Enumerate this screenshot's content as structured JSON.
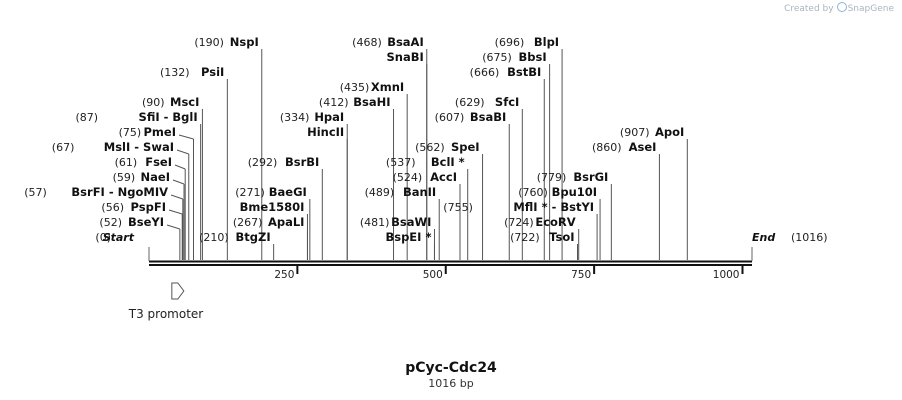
{
  "credit": {
    "prefix": "Created by",
    "brand": "SnapGene"
  },
  "map": {
    "name": "pCyc-Cdc24",
    "length_label": "1016 bp",
    "length": 1016,
    "start_label": "Start",
    "start_pos": "(0)",
    "end_label": "End",
    "end_pos": "(1016)",
    "ticks": [
      {
        "pos": 250,
        "label": "250"
      },
      {
        "pos": 500,
        "label": "500"
      },
      {
        "pos": 750,
        "label": "750"
      },
      {
        "pos": 1000,
        "label": "1000"
      }
    ],
    "feature": {
      "label": "T3 promoter",
      "start": 25,
      "end": 45
    }
  },
  "sites": [
    {
      "pos": "(52)",
      "name": "BseYI",
      "site": 52,
      "row": 1
    },
    {
      "pos": "(56)",
      "name": "PspFI",
      "site": 56,
      "row": 2
    },
    {
      "pos": "(57)",
      "name": "BsrFI  -  NgoMIV",
      "site": 57,
      "row": 3
    },
    {
      "pos": "(59)",
      "name": "NaeI",
      "site": 59,
      "row": 4
    },
    {
      "pos": "(61)",
      "name": "FseI",
      "site": 61,
      "row": 5
    },
    {
      "pos": "(67)",
      "name": "MslI  -  SwaI",
      "site": 67,
      "row": 6
    },
    {
      "pos": "(75)",
      "name": "PmeI",
      "site": 75,
      "row": 7
    },
    {
      "pos": "(87)",
      "name": "SfiI  -  BglI",
      "site": 87,
      "row": 8
    },
    {
      "pos": "(90)",
      "name": "MscI",
      "site": 90,
      "row": 9
    },
    {
      "pos": "(132)",
      "name": "PsiI",
      "site": 132,
      "row": 11
    },
    {
      "pos": "(190)",
      "name": "NspI",
      "site": 190,
      "row": 13
    },
    {
      "pos": "(210)",
      "name": "BtgZI",
      "site": 210,
      "row": 0
    },
    {
      "pos": "(267)",
      "name": "ApaLI",
      "site": 267,
      "row": 1
    },
    {
      "pos": "",
      "name": "Bme1580I",
      "site": 267,
      "row": 2
    },
    {
      "pos": "(271)",
      "name": "BaeGI",
      "site": 271,
      "row": 3
    },
    {
      "pos": "(292)",
      "name": "BsrBI",
      "site": 292,
      "row": 5
    },
    {
      "pos": "",
      "name": "HincII",
      "site": 334,
      "row": 7
    },
    {
      "pos": "(334)",
      "name": "HpaI",
      "site": 334,
      "row": 8
    },
    {
      "pos": "(412)",
      "name": "BsaHI",
      "site": 412,
      "row": 9
    },
    {
      "pos": "(435)",
      "name": "XmnI",
      "site": 435,
      "row": 10
    },
    {
      "pos": "",
      "name": "SnaBI",
      "site": 468,
      "row": 12
    },
    {
      "pos": "(468)",
      "name": "BsaAI",
      "site": 468,
      "row": 13
    },
    {
      "pos": "",
      "name": "BspEI *",
      "site": 481,
      "row": 0
    },
    {
      "pos": "(481)",
      "name": "BsaWI",
      "site": 481,
      "row": 1
    },
    {
      "pos": "(489)",
      "name": "BanII",
      "site": 489,
      "row": 3
    },
    {
      "pos": "(524)",
      "name": "AccI",
      "site": 524,
      "row": 4
    },
    {
      "pos": "(537)",
      "name": "BclI *",
      "site": 537,
      "row": 5
    },
    {
      "pos": "(562)",
      "name": "SpeI",
      "site": 562,
      "row": 6
    },
    {
      "pos": "(607)",
      "name": "BsaBI",
      "site": 607,
      "row": 8
    },
    {
      "pos": "(629)",
      "name": "SfcI",
      "site": 629,
      "row": 9
    },
    {
      "pos": "(666)",
      "name": "BstBI",
      "site": 666,
      "row": 11
    },
    {
      "pos": "(675)",
      "name": "BbsI",
      "site": 675,
      "row": 12
    },
    {
      "pos": "(696)",
      "name": "BlpI",
      "site": 696,
      "row": 13
    },
    {
      "pos": "(722)",
      "name": "TsoI",
      "site": 722,
      "row": 0
    },
    {
      "pos": "(724)",
      "name": "EcoRV",
      "site": 724,
      "row": 1
    },
    {
      "pos": "(755)",
      "name": "MflI *  -  BstYI",
      "site": 755,
      "row": 2
    },
    {
      "pos": "(760)",
      "name": "Bpu10I",
      "site": 760,
      "row": 3
    },
    {
      "pos": "(779)",
      "name": "BsrGI",
      "site": 779,
      "row": 4
    },
    {
      "pos": "(860)",
      "name": "AseI",
      "site": 860,
      "row": 6
    },
    {
      "pos": "(907)",
      "name": "ApoI",
      "site": 907,
      "row": 7
    }
  ]
}
